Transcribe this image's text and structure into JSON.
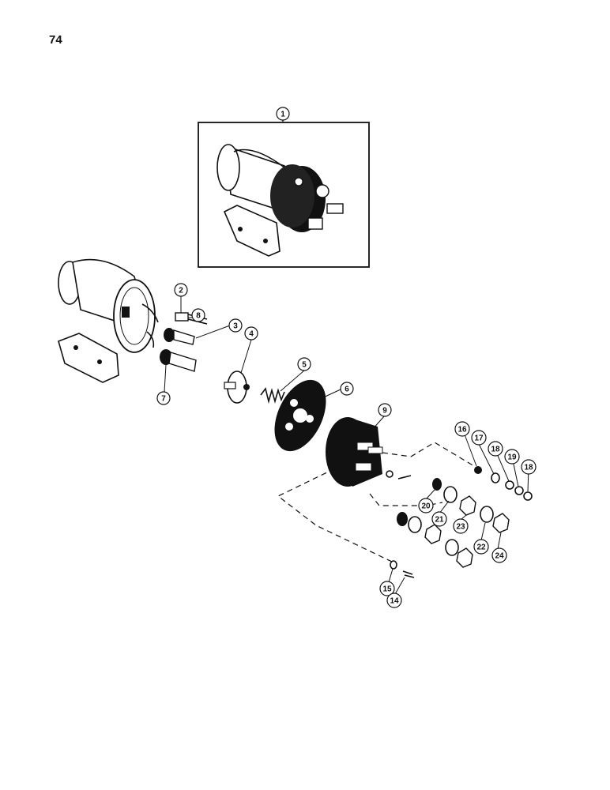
{
  "page": {
    "number": "74"
  },
  "callouts": {
    "c1": "1",
    "c2": "2",
    "c3": "3",
    "c4": "4",
    "c5": "5",
    "c6": "6",
    "c7": "7",
    "c8": "8",
    "c9": "9",
    "c14": "14",
    "c15": "15",
    "c16": "16",
    "c17": "17",
    "c18a": "18",
    "c18b": "18",
    "c19": "19",
    "c20": "20",
    "c21": "21",
    "c22": "22",
    "c23": "23",
    "c24": "24"
  }
}
